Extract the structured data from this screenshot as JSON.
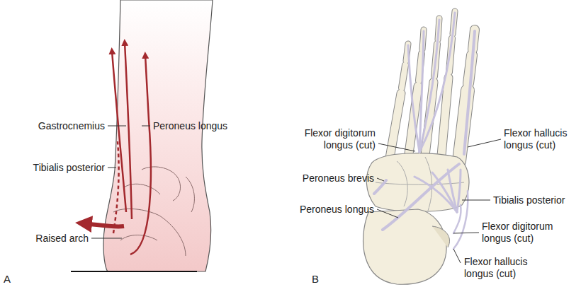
{
  "diagram": {
    "labels": [
      "Gastrocnemius",
      "Peroneus longus",
      "Tibialis posterior",
      "Raised arch",
      "A",
      "Flexor digitorum longus (cut)",
      "Flexor hallucis longus (cut)",
      "Peroneus brevis",
      "Peroneus longus",
      "Tibialis posterior",
      "Flexor digitorum longus (cut)",
      "Flexor hallucis longus (cut)",
      "B"
    ]
  }
}
